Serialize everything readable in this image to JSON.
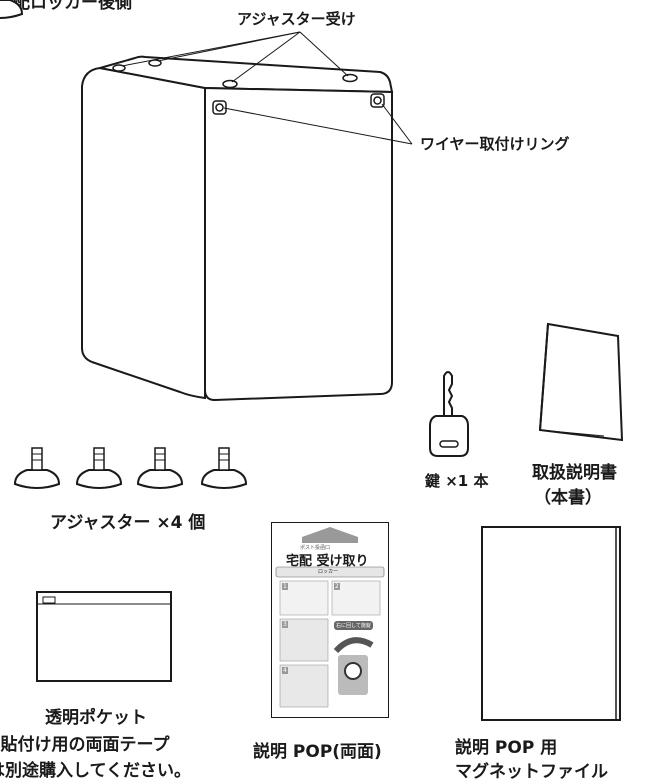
{
  "header": {
    "section_title": "宅配ロッカー後側"
  },
  "locker": {
    "adjuster_mount_label": "アジャスター受け",
    "wire_ring_label": "ワイヤー取付けリング"
  },
  "parts": {
    "adjusters_label": "アジャスター ×4 個",
    "key_label": "鍵 ×1 本",
    "manual_label_line1": "取扱説明書",
    "manual_label_line2": "（本書）",
    "pocket_label": "透明ポケット",
    "tape_note_line1": "※貼付け用の両面テープ",
    "tape_note_line2": "は別途購入してください。",
    "pop_label": "説明 POP(両面)",
    "magnet_file_label_line1": "説明 POP 用",
    "magnet_file_label_line2": "マグネットファイル"
  },
  "pop_card": {
    "banner": "ポスト投函口",
    "title": "宅配 受け取り",
    "subtitle": "ロッカー",
    "step_numbers": [
      "1",
      "2",
      "3",
      "4"
    ],
    "badge": "右に回して施錠"
  }
}
